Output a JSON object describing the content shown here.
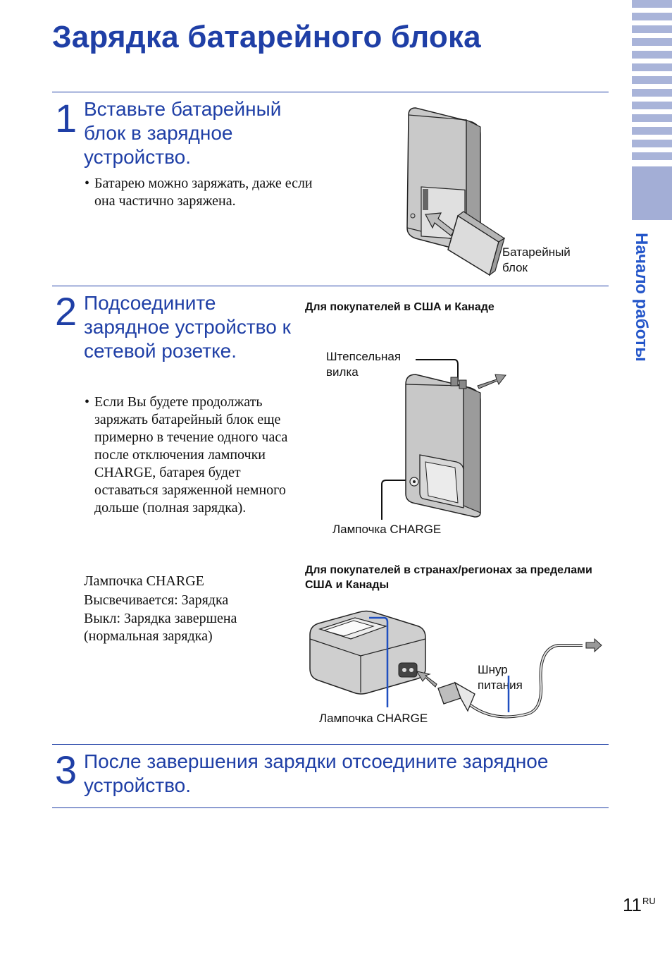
{
  "title": "Зарядка батарейного блока",
  "side_tab": {
    "label": "Начало работы"
  },
  "page": {
    "number": "11",
    "suffix": "RU"
  },
  "steps": [
    {
      "number": "1",
      "heading": "Вставьте батарейный блок в зарядное устройство.",
      "bullets": [
        "Батарею можно заряжать, даже если она частично заряжена."
      ],
      "figure_labels": {
        "battery": "Батарейный блок"
      }
    },
    {
      "number": "2",
      "heading": "Подсоедините зарядное устройство к сетевой розетке.",
      "bullets": [
        "Если Вы будете продолжать заряжать батарейный блок еще примерно в течение одного часа после отключения лампочки CHARGE, батарея будет оставаться заряженной немного дольше (полная зарядка)."
      ],
      "lamp_note": {
        "line1": "Лампочка CHARGE",
        "line2": "Высвечивается: Зарядка",
        "line3": "Выкл: Зарядка завершена (нормальная зарядка)"
      },
      "usa": {
        "subtitle": "Для покупателей в США и Канаде",
        "plug_label": "Штепсельная вилка",
        "lamp_label": "Лампочка CHARGE"
      },
      "other": {
        "subtitle": "Для покупателей в странах/регионах за пределами США и Канады",
        "cord_label": "Шнур питания",
        "lamp_label": "Лампочка CHARGE"
      }
    },
    {
      "number": "3",
      "heading": "После завершения зарядки отсоедините зарядное устройство."
    }
  ],
  "colors": {
    "accent": "#1f3fa6",
    "tab": "#a9b4d9",
    "side_text": "#2456c9"
  }
}
